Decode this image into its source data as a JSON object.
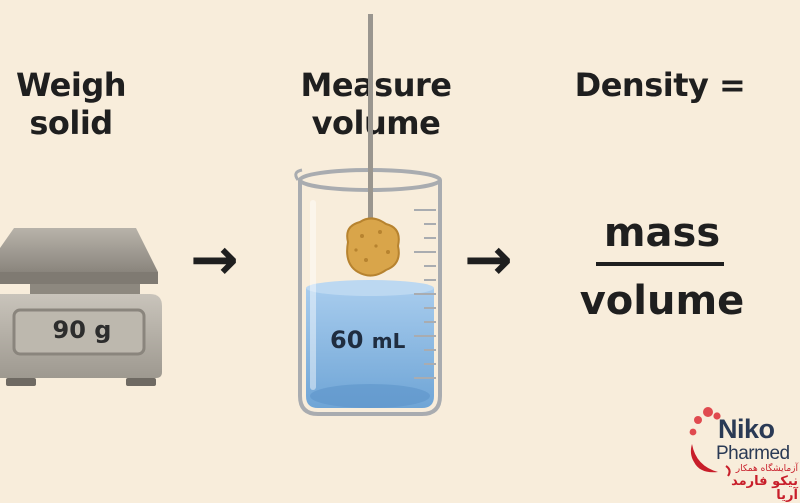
{
  "steps": {
    "weigh": {
      "line1": "Weigh",
      "line2": "solid",
      "reading": "90 g"
    },
    "measure": {
      "line1": "Measure",
      "line2": "volume",
      "reading_value": "60",
      "reading_unit": "mL"
    },
    "density": {
      "label": "Density =",
      "numerator": "mass",
      "denominator": "volume"
    }
  },
  "arrows": {
    "glyph": "→"
  },
  "logo": {
    "name": "Niko",
    "sub": "Pharmed",
    "tagline": "آزمایشگاه همکار",
    "tagline_main": "نیکو فارمد آریا"
  },
  "colors": {
    "background": "#f8eddb",
    "liquid": "#8bbde4",
    "sample": "#d9a54a",
    "logo_red": "#c81e2a"
  },
  "icons": {
    "scale": "scale-icon",
    "beaker": "beaker-icon",
    "sample": "rock-sample-icon",
    "logo": "logo-mark-icon"
  }
}
